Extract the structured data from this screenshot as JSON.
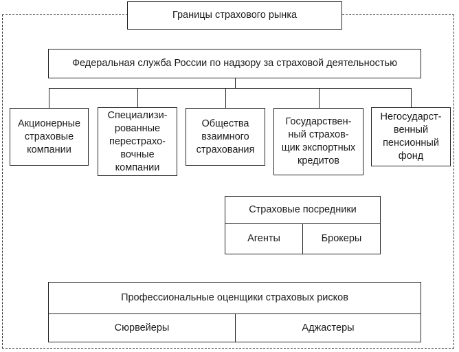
{
  "title": "Границы страхового рынка",
  "regulator": "Федеральная служба России по надзору за страховой деятельностью",
  "participants": [
    "Акционерные\nстраховые\nкомпании",
    "Специализи-\nрованные\nперестрахо-\nвочные\nкомпании",
    "Общества\nвзаимного\nстрахования",
    "Государствен-\nный страхов-\nщик экспортных\nкредитов",
    "Негосударст-\nвенный\nпенсионный\nфонд"
  ],
  "intermediaries": {
    "title": "Страховые посредники",
    "agents": "Агенты",
    "brokers": "Брокеры"
  },
  "assessors": {
    "title": "Профессиональные оценщики страховых рисков",
    "surveyors": "Сюрвейеры",
    "adjusters": "Аджастеры"
  }
}
